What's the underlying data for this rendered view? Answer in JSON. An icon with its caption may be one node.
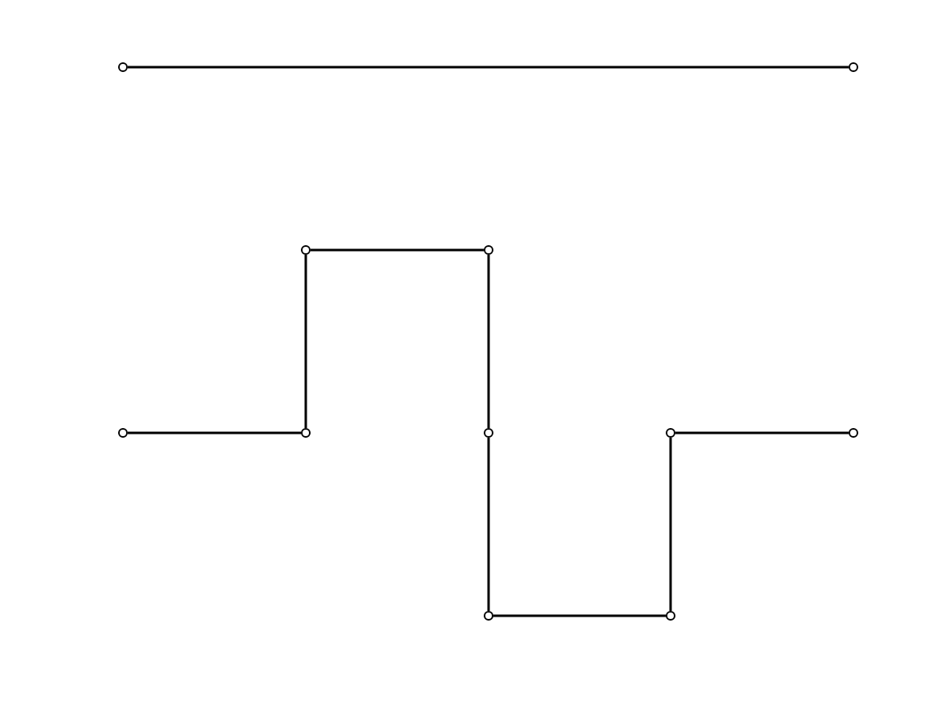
{
  "diagram": {
    "nodes": [
      {
        "text": [],
        "shape": "circle"
      },
      {
        "text": [],
        "shape": "circle"
      },
      {
        "text": [],
        "shape": "circle"
      },
      {
        "text": [],
        "shape": "circle"
      },
      {
        "text": [],
        "shape": "circle"
      },
      {
        "text": [],
        "shape": "circle"
      },
      {
        "text": [],
        "shape": "circle"
      },
      {
        "text": [],
        "shape": "circle"
      },
      {
        "text": [],
        "shape": "circle"
      },
      {
        "text": [],
        "shape": "circle"
      },
      {
        "text": [],
        "shape": "circle"
      }
    ],
    "edges": [
      {
        "from": 0,
        "to": 1,
        "arrow": "none"
      },
      {
        "from": 4,
        "to": 5,
        "arrow": "none"
      },
      {
        "from": 5,
        "to": 2,
        "arrow": "none"
      },
      {
        "from": 2,
        "to": 3,
        "arrow": "none"
      },
      {
        "from": 3,
        "to": 6,
        "arrow": "none"
      },
      {
        "from": 6,
        "to": 9,
        "arrow": "none"
      },
      {
        "from": 9,
        "to": 10,
        "arrow": "none"
      },
      {
        "from": 10,
        "to": 7,
        "arrow": "none"
      },
      {
        "from": 7,
        "to": 8,
        "arrow": "none"
      }
    ]
  }
}
